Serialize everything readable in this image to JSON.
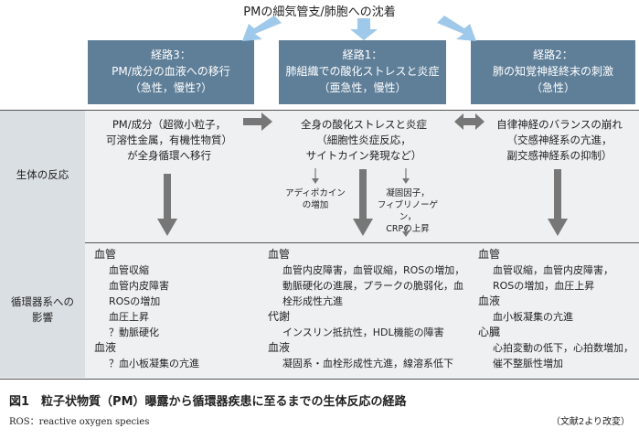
{
  "header": "PMの細気管支/肺胞への沈着",
  "routes": [
    {
      "line1": "経路3：",
      "line2": "PM/成分の血液への移行",
      "line3": "（急性，慢性?）"
    },
    {
      "line1": "経路1：",
      "line2": "肺組織での酸化ストレスと炎症",
      "line3": "（亜急性，慢性）"
    },
    {
      "line1": "経路2：",
      "line2": "肺の知覚神経終末の刺激",
      "line3": "（急性）"
    }
  ],
  "rows": {
    "biological": "生体の反応",
    "cardio": [
      "循環器系への",
      "影響"
    ]
  },
  "reactions": {
    "pm": [
      "PM/成分（超微小粒子，",
      "可溶性金属，有機性物質）",
      "が全身循環へ移行"
    ],
    "ox": [
      "全身の酸化ストレスと炎症",
      "（細胞性炎症反応，",
      "サイトカイン発現など）"
    ],
    "auto": [
      "自律神経のバランスの崩れ",
      "（交感神経系の亢進，",
      "副交感神経系の抑制）"
    ],
    "adipo": [
      "アディポカイン",
      "の増加"
    ],
    "coag": [
      "凝固因子，",
      "フィブリノーゲン，",
      "CRPの上昇"
    ]
  },
  "effects": {
    "left": [
      {
        "t": "血管",
        "c": "h"
      },
      {
        "t": "血管収縮",
        "c": "i"
      },
      {
        "t": "血管内皮障害",
        "c": "i"
      },
      {
        "t": "ROSの増加",
        "c": "i"
      },
      {
        "t": "血圧上昇",
        "c": "i"
      },
      {
        "t": "？動脈硬化",
        "c": "i"
      },
      {
        "t": "血液",
        "c": "h"
      },
      {
        "t": "？血小板凝集の亢進",
        "c": "i"
      }
    ],
    "middle": [
      {
        "t": "血管",
        "c": "h"
      },
      {
        "t": "血管内皮障害，血管収縮，ROSの増加，",
        "c": "i"
      },
      {
        "t": "動脈硬化の進展，プラークの脆弱化，血",
        "c": "i"
      },
      {
        "t": "栓形成性亢進",
        "c": "i"
      },
      {
        "t": "代謝",
        "c": "h"
      },
      {
        "t": "インスリン抵抗性，HDL機能の障害",
        "c": "i"
      },
      {
        "t": "血液",
        "c": "h"
      },
      {
        "t": "凝固系・血栓形成性亢進，線溶系低下",
        "c": "i"
      }
    ],
    "right": [
      {
        "t": "血管",
        "c": "h"
      },
      {
        "t": "血管収縮，血管内皮障害，",
        "c": "i"
      },
      {
        "t": "ROSの増加，血圧上昇",
        "c": "i"
      },
      {
        "t": "血液",
        "c": "h"
      },
      {
        "t": "血小板凝集の亢進",
        "c": "i"
      },
      {
        "t": "心臓",
        "c": "h"
      },
      {
        "t": "心拍変動の低下，心拍数増加，",
        "c": "i"
      },
      {
        "t": "催不整脈性増加",
        "c": "i"
      }
    ]
  },
  "caption": "図1　粒子状物質（PM）曝露から循環器疾患に至るまでの生体反応の経路",
  "footnote": "ROS：reactive oxygen species",
  "source": "（文献2より改変）",
  "colors": {
    "route_box": "#5f7f99",
    "band": "#eef0f2",
    "row_head": "#dadfe4",
    "arrow": "#777777",
    "top_arrow": "#9fc9ea"
  }
}
